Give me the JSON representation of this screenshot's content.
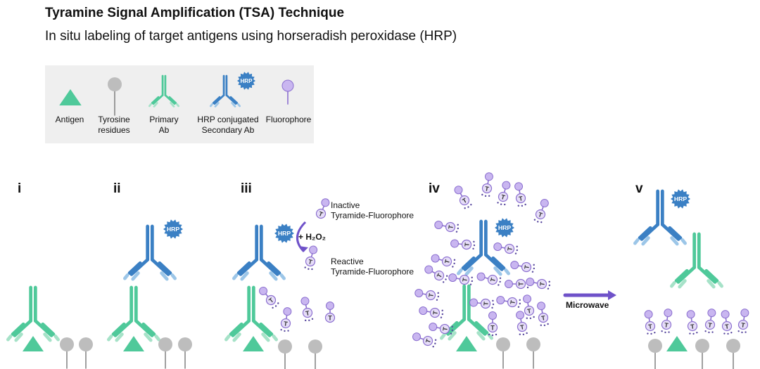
{
  "header": {
    "title": "Tyramine Signal Amplification (TSA) Technique",
    "subtitle": "In situ labeling of target antigens using horseradish peroxidase (HRP)"
  },
  "legend": {
    "items": [
      {
        "label": "Antigen"
      },
      {
        "label": "Tyrosine\nresidues"
      },
      {
        "label": "Primary\nAb"
      },
      {
        "label": "HRP conjugated\nSecondary Ab"
      },
      {
        "label": "Fluorophore"
      }
    ]
  },
  "panels": {
    "i": "i",
    "ii": "ii",
    "iii": "iii",
    "iv": "iv",
    "v": "v"
  },
  "labels": {
    "hrp": "HRP",
    "tyramide": "T",
    "inactive": "Inactive\nTyramide-Fluorophore",
    "reactive": "Reactive\nTyramide-Fluorophore",
    "h2o2": "+ H₂O₂",
    "microwave": "Microwave"
  },
  "colors": {
    "antigen": "#4fc99a",
    "primary_ab": "#4fc99a",
    "primary_ab_light": "#a6e2c8",
    "secondary_ab": "#3b80c4",
    "secondary_ab_light": "#9cc6e8",
    "hrp": "#3b80c4",
    "tyrosine": "#bdbdbd",
    "fluorophore": "#c9b6f0",
    "fluorophore_stroke": "#8b6fcf",
    "arrow": "#6f52c9"
  }
}
